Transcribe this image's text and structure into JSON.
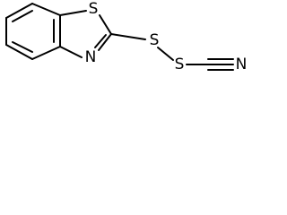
{
  "molecule": {
    "atoms": {
      "s_ring": "S",
      "n_ring": "N",
      "s_link_1": "S",
      "s_link_2": "S",
      "n_nitrile": "N"
    }
  }
}
